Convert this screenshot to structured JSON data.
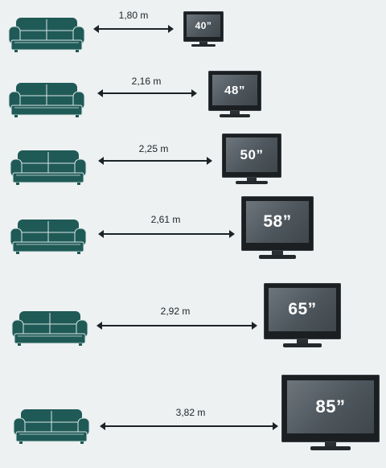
{
  "rows": [
    {
      "distance": "1,80 m",
      "tv_size": "40”"
    },
    {
      "distance": "2,16 m",
      "tv_size": "48”"
    },
    {
      "distance": "2,25 m",
      "tv_size": "50”"
    },
    {
      "distance": "2,61 m",
      "tv_size": "58”"
    },
    {
      "distance": "2,92 m",
      "tv_size": "65”"
    },
    {
      "distance": "3,82 m",
      "tv_size": "85”"
    }
  ],
  "colors": {
    "sofa": "#1f5a57",
    "sofa_outline": "#d9e6e4",
    "arrow": "#1c2327",
    "background": "#eef1f2"
  }
}
